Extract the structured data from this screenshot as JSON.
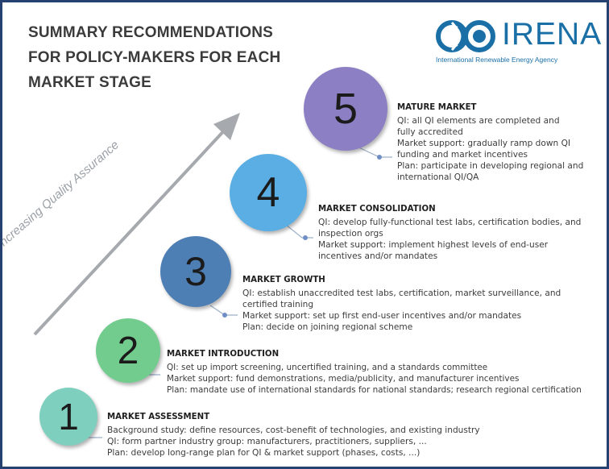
{
  "title_lines": [
    "SUMMARY RECOMMENDATIONS",
    "FOR POLICY-MAKERS FOR EACH",
    "MARKET STAGE"
  ],
  "logo": {
    "wordmark": "IRENA",
    "subtitle": "International Renewable Energy Agency",
    "icon": "irena-swirl-logo"
  },
  "arrow_label": "Increasing Quality Assurance",
  "colors": {
    "border": "#24416f",
    "stage1": "#7fcfbf",
    "stage2": "#72cc8e",
    "stage3": "#4d7fb5",
    "stage4": "#5aaee4",
    "stage5": "#8c7fc3",
    "arrow": "#a6a9ad"
  },
  "stages": [
    {
      "number": "1",
      "heading": "MARKET ASSESSMENT",
      "lines": [
        "Background study: define resources, cost-benefit of technologies, and existing industry",
        "QI: form partner industry group: manufacturers, practitioners, suppliers, ...",
        "Plan: develop long-range plan for QI & market support (phases, costs, ...)"
      ]
    },
    {
      "number": "2",
      "heading": "MARKET INTRODUCTION",
      "lines": [
        "QI: set up import screening, uncertified training, and a standards committee",
        "Market support: fund demonstrations, media/publicity, and manufacturer incentives",
        "Plan: mandate use of international standards for national standards; research regional certification"
      ]
    },
    {
      "number": "3",
      "heading": "MARKET GROWTH",
      "lines": [
        "QI: establish unaccredited test labs, certification, market surveillance, and",
        "certified training",
        "Market support: set up first end-user incentives and/or mandates",
        "Plan: decide on joining regional scheme"
      ]
    },
    {
      "number": "4",
      "heading": "MARKET CONSOLIDATION",
      "lines": [
        "QI: develop fully-functional test labs, certification bodies, and",
        "inspection orgs",
        "Market support: implement highest levels of end-user",
        "incentives and/or mandates"
      ]
    },
    {
      "number": "5",
      "heading": "MATURE MARKET",
      "lines": [
        "QI: all QI elements are completed and",
        "fully accredited",
        "Market support: gradually ramp down QI",
        "funding and market incentives",
        "Plan: participate in developing regional and",
        "international QI/QA"
      ]
    }
  ]
}
